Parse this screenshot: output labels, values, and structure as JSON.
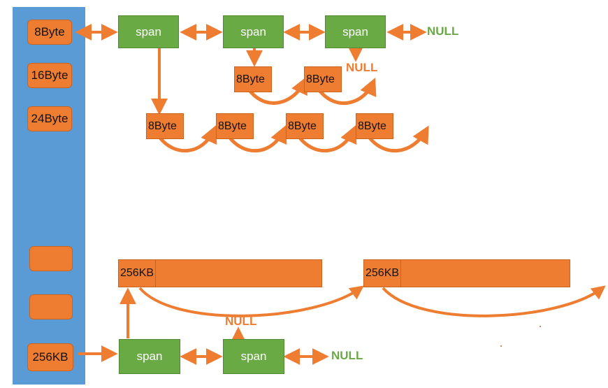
{
  "colors": {
    "freelist_bg": "#5b9bd5",
    "orange": "#ee7d31",
    "green": "#6aaa45",
    "dark_orange": "#c8641f"
  },
  "size_classes": [
    "8Byte",
    "16Byte",
    "24Byte",
    "",
    "",
    "256KB"
  ],
  "spans_top": [
    "span",
    "span",
    "span"
  ],
  "spans_bottom": [
    "span",
    "span"
  ],
  "small_blocks_row1": [
    "8Byte",
    "8Byte"
  ],
  "small_blocks_row2": [
    "8Byte",
    "8Byte",
    "8Byte",
    "8Byte"
  ],
  "large_blocks": [
    "256KB",
    "256KB"
  ],
  "null_label": "NULL"
}
